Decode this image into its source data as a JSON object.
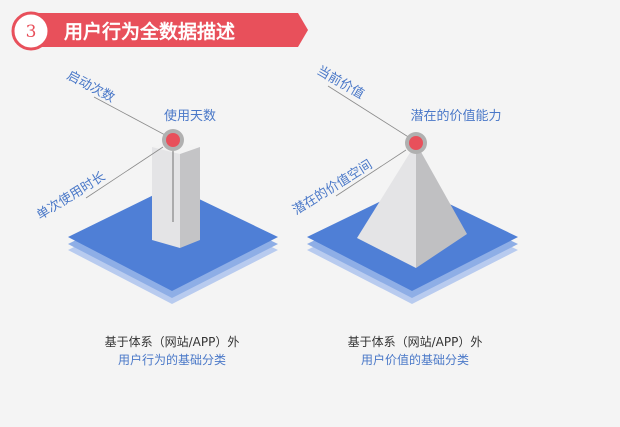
{
  "header": {
    "number": "3",
    "title": "用户行为全数据描述"
  },
  "left": {
    "label_top": "启动次数",
    "label_point": "使用天数",
    "label_bottom": "单次使用时长",
    "caption_line1": "基于体系（网站/APP）外",
    "caption_line2": "用户行为的基础分类"
  },
  "right": {
    "label_top": "当前价值",
    "label_point": "潜在的价值能力",
    "label_bottom": "潜在的价值空间",
    "caption_line1": "基于体系（网站/APP）外",
    "caption_line2": "用户价值的基础分类"
  },
  "colors": {
    "accent_red": "#e8505b",
    "plate_blue": "#4f7fd6",
    "plate_light": "#9db8ea",
    "label_blue": "#4a78c8",
    "background": "#f4f4f4"
  }
}
